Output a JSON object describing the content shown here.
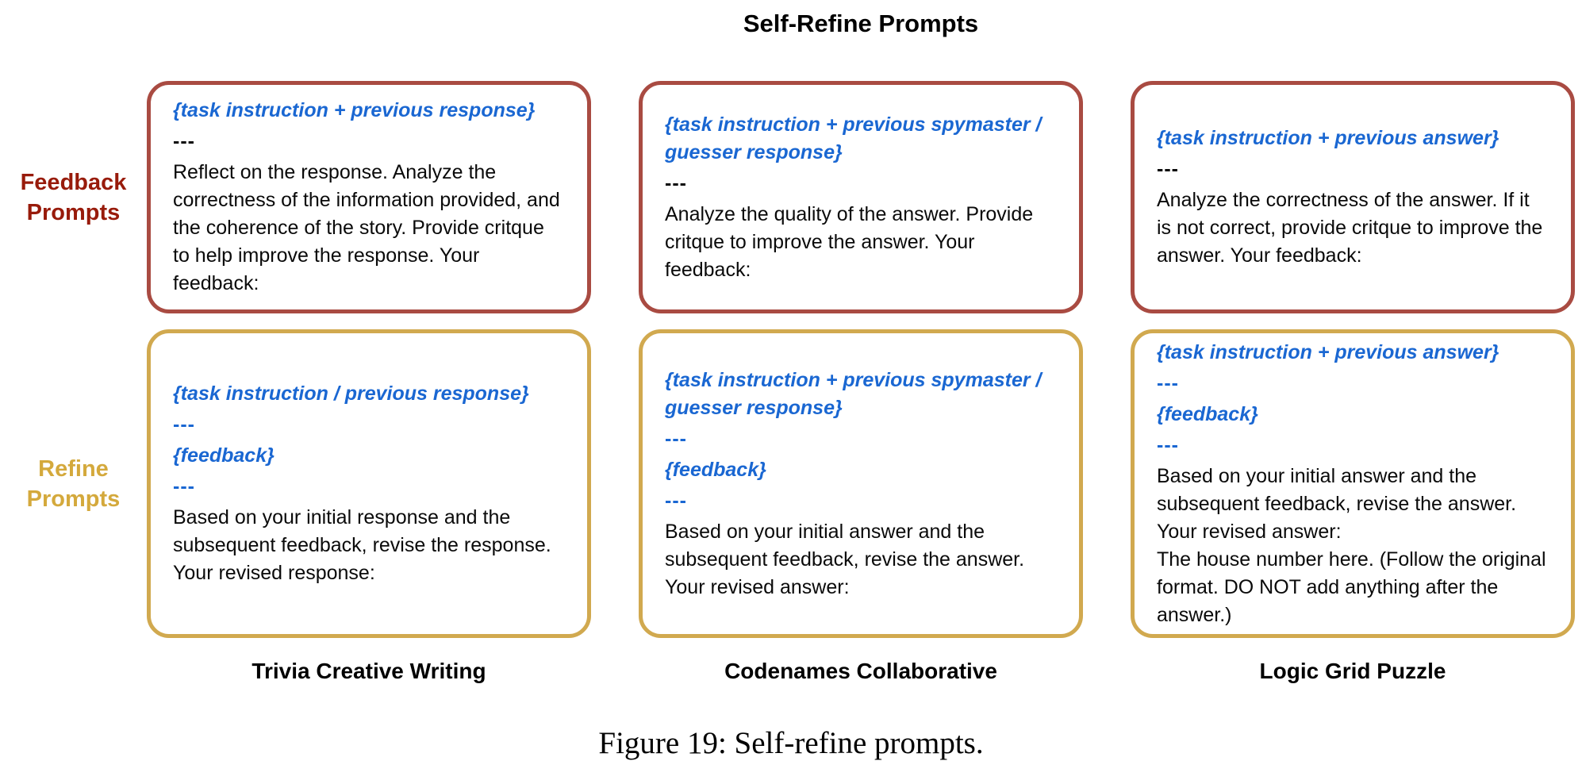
{
  "title": "Self-Refine Prompts",
  "caption": "Figure 19: Self-refine prompts.",
  "row_labels": {
    "feedback": "Feedback Prompts",
    "refine": "Refine Prompts"
  },
  "column_labels": {
    "trivia": "Trivia Creative Writing",
    "codenames": "Codenames Collaborative",
    "logic": "Logic Grid Puzzle"
  },
  "colors": {
    "feedback_border": "#A94B42",
    "feedback_label": "#981B0B",
    "refine_border": "#D1A94F",
    "refine_label": "#D4A93C",
    "placeholder_blue": "#1A67D2",
    "text_black": "#0A0A0A"
  },
  "boxes": {
    "feedback_trivia": {
      "placeholder": "{task instruction + previous response}",
      "separator": "---",
      "body": "Reflect on the response. Analyze the correctness of the information provided, and the coherence of the story. Provide critque to help improve the response. Your feedback:"
    },
    "feedback_codenames": {
      "placeholder": "{task instruction + previous spymaster / guesser response}",
      "separator": "---",
      "body": "Analyze the quality of the answer. Provide critque to improve the answer. Your feedback:"
    },
    "feedback_logic": {
      "placeholder": "{task instruction + previous answer}",
      "separator": "---",
      "body": "Analyze the correctness of the answer. If it is not correct, provide critque to improve the answer. Your feedback:"
    },
    "refine_trivia": {
      "placeholder": "{task instruction / previous response}",
      "separator1": "---",
      "feedback_placeholder": "{feedback}",
      "separator2": "---",
      "body": "Based on your initial response and the subsequent feedback, revise the response. Your revised response:"
    },
    "refine_codenames": {
      "placeholder": "{task instruction + previous spymaster / guesser response}",
      "separator1": "---",
      "feedback_placeholder": "{feedback}",
      "separator2": "---",
      "body": "Based on your initial answer and the subsequent feedback, revise the answer. Your revised answer:"
    },
    "refine_logic": {
      "placeholder": "{task instruction + previous answer}",
      "separator1": "---",
      "feedback_placeholder": "{feedback}",
      "separator2": "---",
      "body": "Based on your initial answer and the subsequent feedback, revise the answer. Your revised answer:\nThe house number here. (Follow the original format. DO NOT add anything after the answer.)"
    }
  }
}
